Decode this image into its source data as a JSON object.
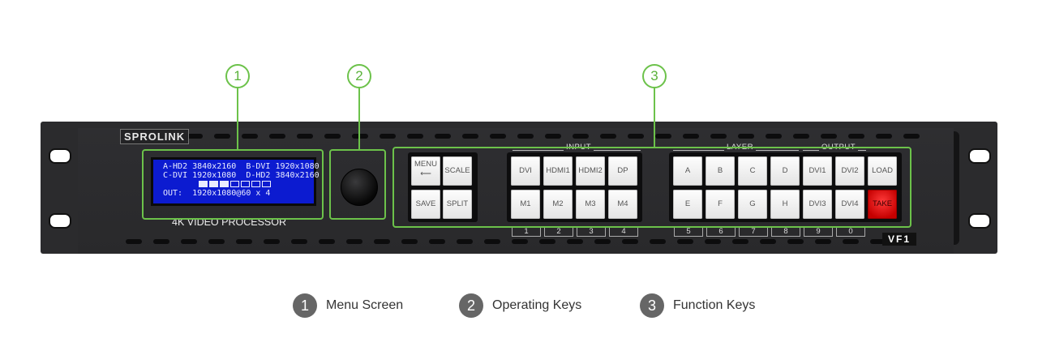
{
  "callouts": [
    "1",
    "2",
    "3"
  ],
  "brand": "SPROLINK",
  "lcd": {
    "line1": "A-HD2 3840x2160  B-DVI 1920x1080",
    "line2": "C-DVI 1920x1080  D-HD2 3840x2160",
    "line4": "OUT:  1920x1080@60 x 4"
  },
  "model_label": "4K VIDEO PROCESSOR",
  "model_badge": "VF1",
  "groups": {
    "input": "INPUT",
    "layer": "LAYER",
    "output": "OUTPUT"
  },
  "menu_keys": {
    "menu": "MENU",
    "scale": "SCALE",
    "save": "SAVE",
    "split": "SPLIT"
  },
  "input_keys": {
    "top": [
      "DVI",
      "HDMI1",
      "HDMI2",
      "DP"
    ],
    "bottom": [
      "M1",
      "M2",
      "M3",
      "M4"
    ],
    "numbers": [
      "1",
      "2",
      "3",
      "4"
    ]
  },
  "layer_keys": {
    "top": [
      "A",
      "B",
      "C",
      "D"
    ],
    "bottom": [
      "E",
      "F",
      "G",
      "H"
    ],
    "numbers": [
      "5",
      "6",
      "7",
      "8"
    ]
  },
  "output_keys": {
    "top": [
      "DVI1",
      "DVI2"
    ],
    "bottom": [
      "DVI3",
      "DVI4"
    ],
    "numbers": [
      "9",
      "0"
    ]
  },
  "action_keys": {
    "load": "LOAD",
    "take": "TAKE"
  },
  "legend": [
    {
      "num": "1",
      "label": "Menu Screen"
    },
    {
      "num": "2",
      "label": "Operating Keys"
    },
    {
      "num": "3",
      "label": "Function Keys"
    }
  ],
  "colors": {
    "callout": "#6cc24a",
    "lcd": "#0c1bd0",
    "take": "#e00000",
    "legend_circle": "#666666"
  }
}
